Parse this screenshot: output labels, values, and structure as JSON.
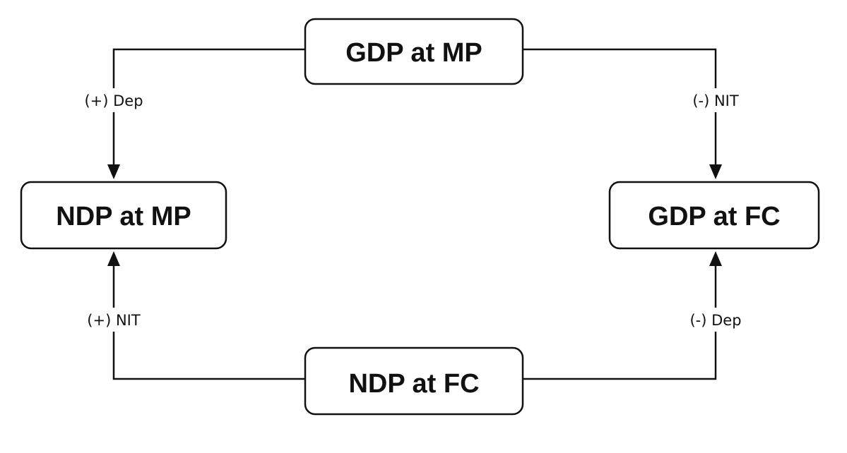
{
  "nodes": {
    "gdp_mp": "GDP at MP",
    "ndp_mp": "NDP at MP",
    "gdp_fc": "GDP at FC",
    "ndp_fc": "NDP at FC"
  },
  "edges": {
    "gdp_mp_to_ndp_mp": "(+) Dep",
    "gdp_mp_to_gdp_fc": "(-) NIT",
    "ndp_fc_to_ndp_mp": "(+) NIT",
    "ndp_fc_to_gdp_fc": "(-) Dep"
  },
  "colors": {
    "stroke": "#111111",
    "background": "#ffffff"
  }
}
